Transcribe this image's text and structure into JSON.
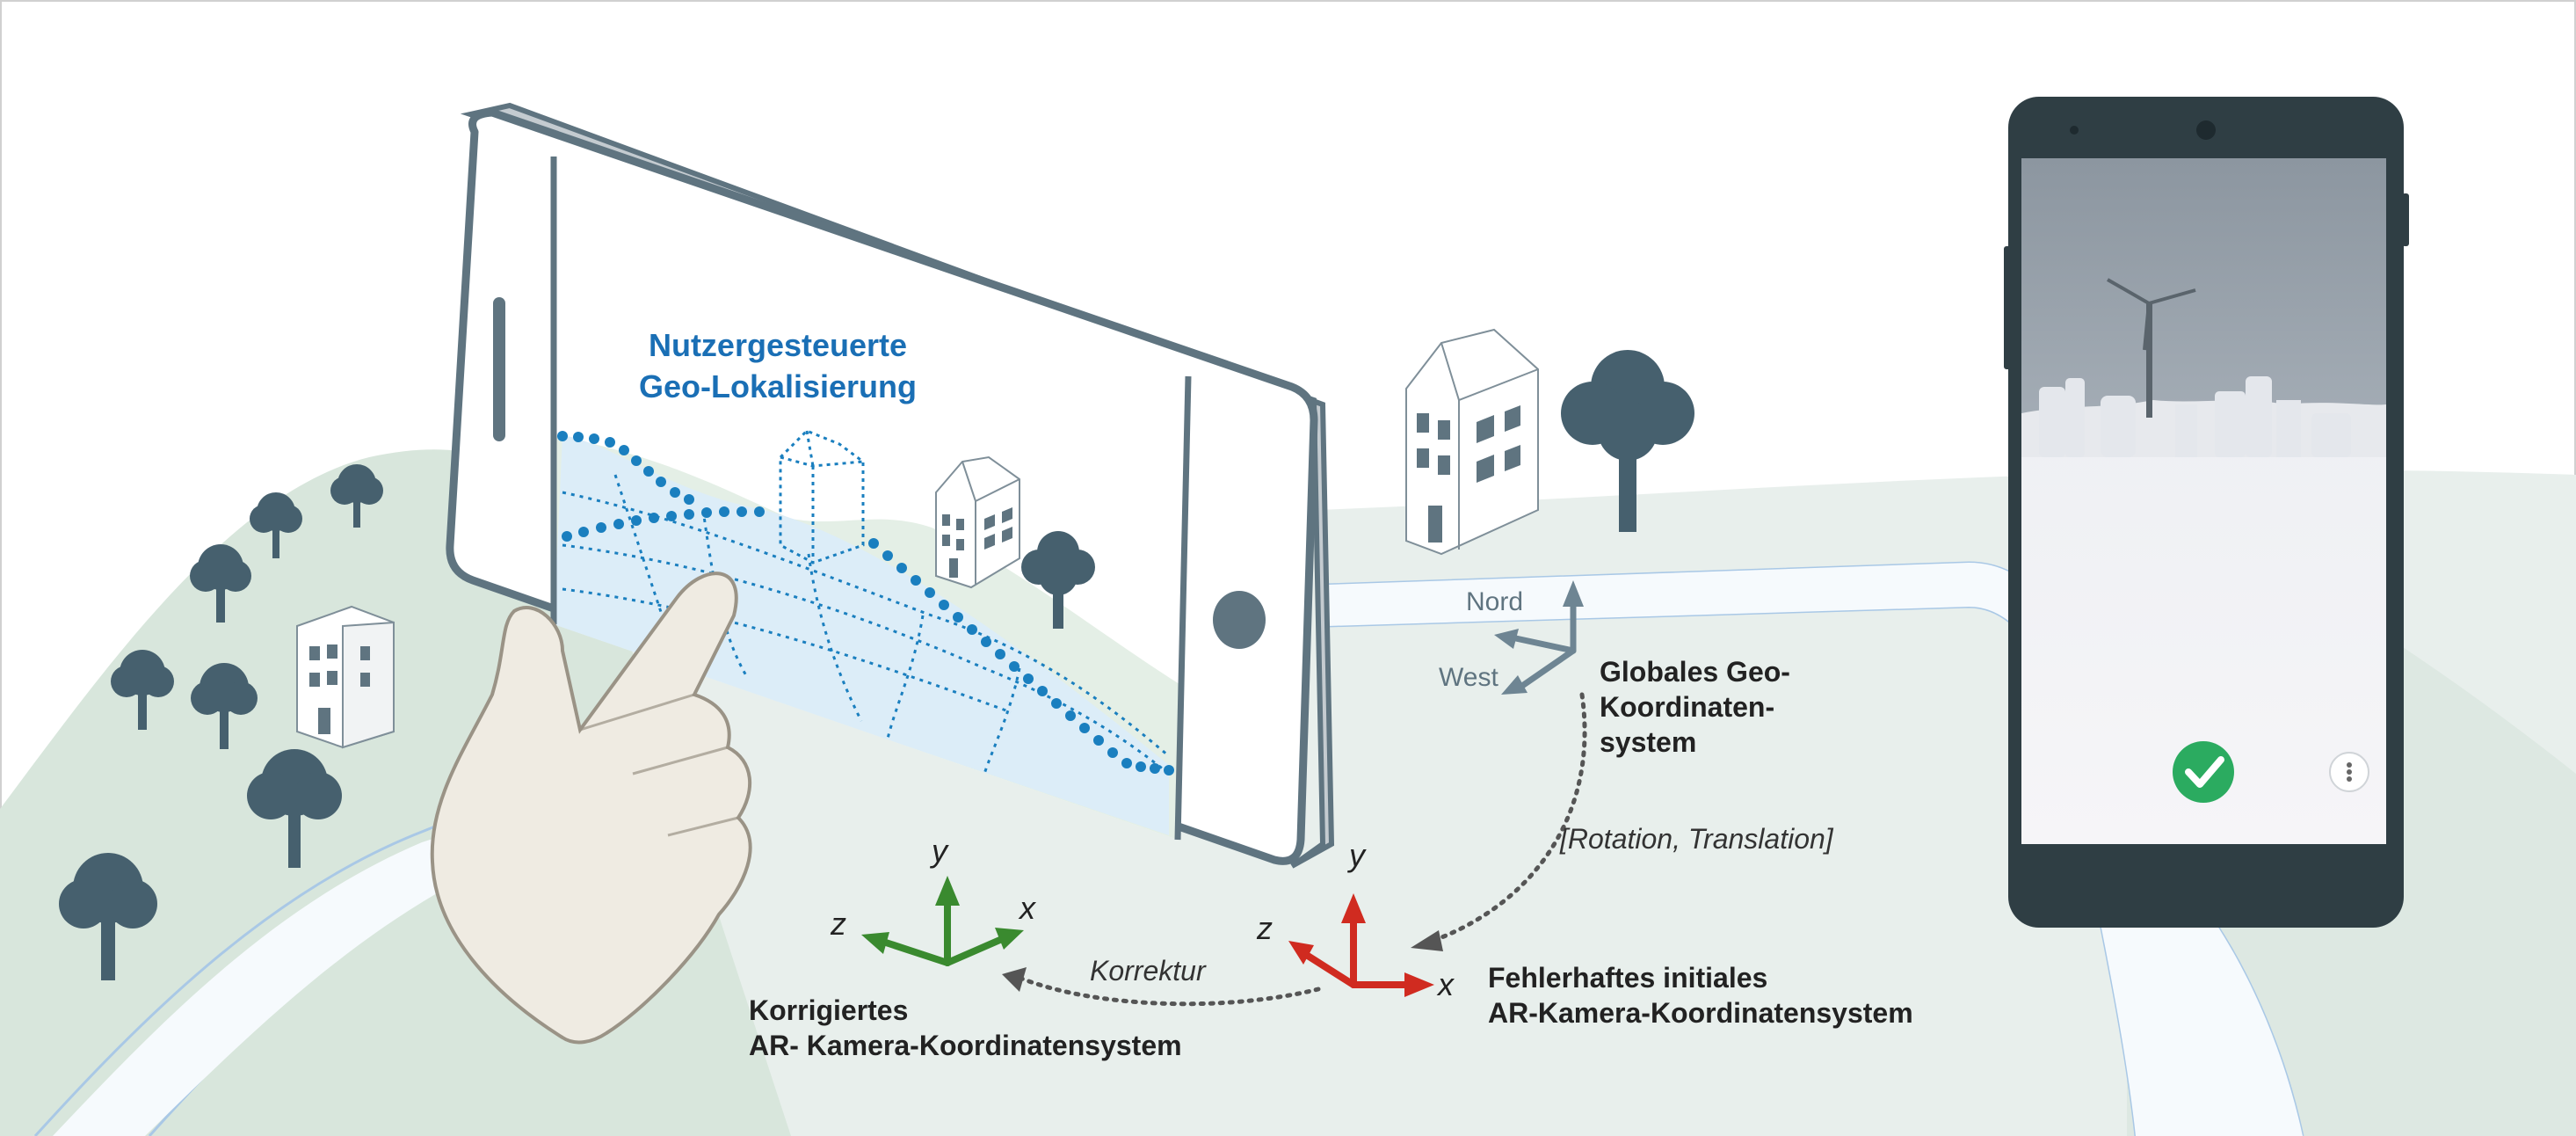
{
  "phone_screen": {
    "title_line1": "Nutzergesteuerte",
    "title_line2": "Geo-Lokalisierung"
  },
  "global_axes": {
    "north_label": "Nord",
    "west_label": "West",
    "title_line1": "Globales Geo-",
    "title_line2": "Koordinaten-",
    "title_line3": "system"
  },
  "transform_label": "[Rotation, Translation]",
  "correction_label": "Korrektur",
  "corrected_axes": {
    "x_label": "x",
    "y_label": "y",
    "z_label": "z",
    "title_line1": "Korrigiertes",
    "title_line2": "AR- Kamera-Koordinatensystem"
  },
  "initial_axes": {
    "x_label": "x",
    "y_label": "y",
    "z_label": "z",
    "title_line1": "Fehlerhaftes initiales",
    "title_line2": "AR-Kamera-Koordinatensystem"
  },
  "colors": {
    "tree": "#46606e",
    "phone_outline": "#5f7480",
    "hill_green": "#d8e6dc",
    "ground": "#e8efec",
    "screen_blue": "#dcedf8",
    "title_blue": "#1a6fb5",
    "corrected_green": "#3a8a2f",
    "initial_red": "#d02b20",
    "global_gray": "#6e8593",
    "confirm_green": "#2bab60"
  },
  "icons": {
    "confirm_button": "check-icon",
    "menu_button": "more-vertical-icon"
  }
}
